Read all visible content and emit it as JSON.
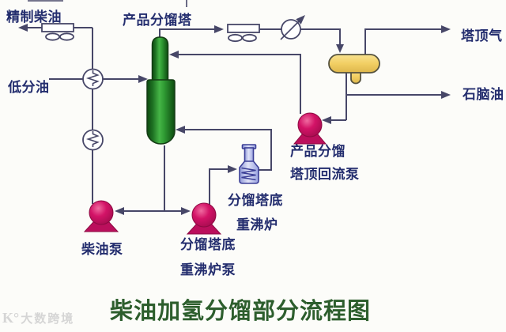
{
  "title": {
    "text": "柴油加氢分馏部分流程图"
  },
  "watermark": {
    "logo": "K°",
    "text": "大数跨境"
  },
  "streams": {
    "refined_diesel": "精制柴油",
    "low_separator_oil": "低分油",
    "tower_top_gas": "塔顶气",
    "naphtha": "石脑油"
  },
  "equipment": {
    "product_fractionation_tower": "产品分馏塔",
    "reflux_pump_line1": "产品分馏",
    "reflux_pump_line2": "塔顶回流泵",
    "reboiler_furnace_line1": "分馏塔底",
    "reboiler_furnace_line2": "重沸炉",
    "diesel_pump": "柴油泵",
    "reboiler_pump_line1": "分馏塔底",
    "reboiler_pump_line2": "重沸炉泵"
  },
  "colors": {
    "background": "#fcfcf9",
    "line": "#474768",
    "label_text": "#232d6e",
    "title_text": "#2d5e2d",
    "tower_green": "#2f9a33",
    "drum_yellow": "#f2cf63",
    "pump_magenta": "#d31367",
    "furnace_blue": "#b9c0ec",
    "watermark_gray": "#c9c9c9"
  }
}
